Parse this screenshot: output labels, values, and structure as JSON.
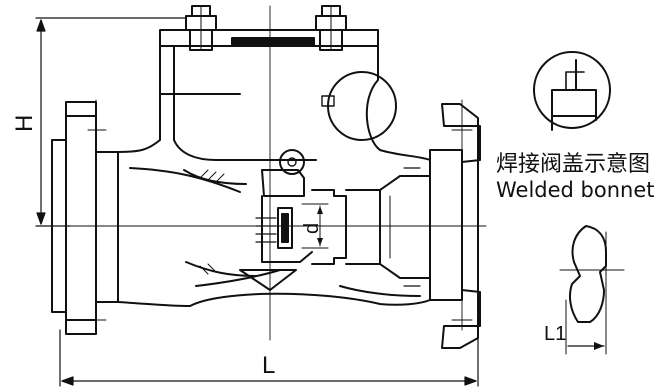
{
  "diagram": {
    "labels": {
      "height": "H",
      "length": "L",
      "disc_diameter": "d",
      "detail_length": "L1"
    },
    "detail_caption": {
      "chinese": "焊接阀盖示意图",
      "english": "Welded bonnet"
    }
  }
}
